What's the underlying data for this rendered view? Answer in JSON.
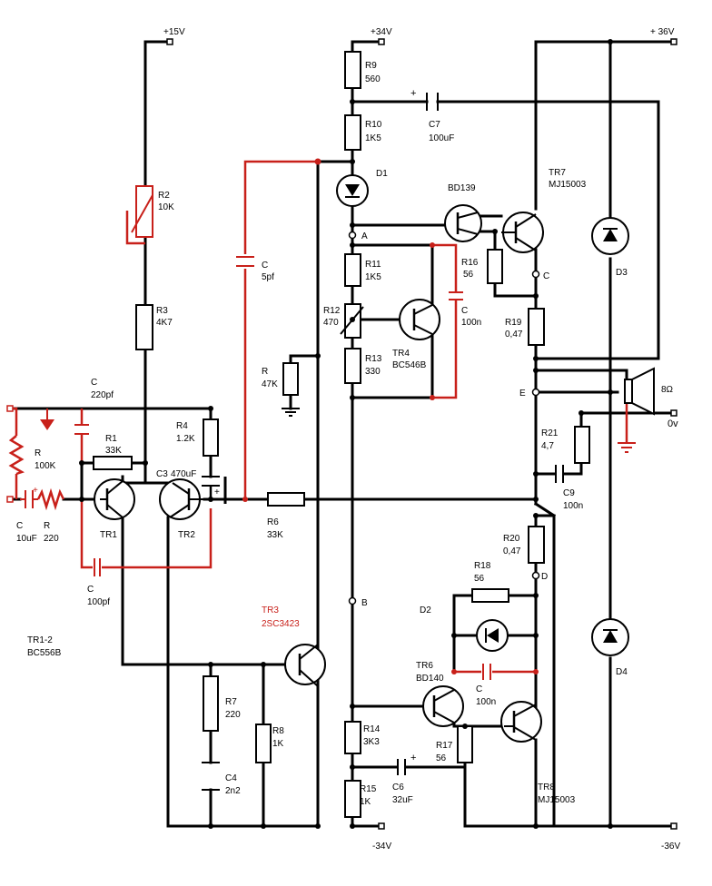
{
  "rails": {
    "p15": "+15V",
    "p34": "+34V",
    "p36": "+ 36V",
    "m34": "-34V",
    "m36": "-36V",
    "gnd": "0v"
  },
  "nodes": {
    "a": "A",
    "b": "B",
    "c": "C",
    "d": "D",
    "e": "E"
  },
  "speaker": "8Ω",
  "components": {
    "r2": {
      "ref": "R2",
      "val": "10K"
    },
    "r3": {
      "ref": "R3",
      "val": "4K7"
    },
    "r9": {
      "ref": "R9",
      "val": "560"
    },
    "r10": {
      "ref": "R10",
      "val": "1K5"
    },
    "c7": {
      "ref": "C7",
      "val": "100uF"
    },
    "d1": {
      "ref": "D1"
    },
    "c5pf": {
      "ref": "C",
      "val": "5pf"
    },
    "tr7": {
      "ref": "TR7",
      "val": "MJ15003"
    },
    "bd139": {
      "ref": "BD139"
    },
    "r11": {
      "ref": "R11",
      "val": "1K5"
    },
    "r16": {
      "ref": "R16",
      "val": "56"
    },
    "d3": {
      "ref": "D3"
    },
    "r12": {
      "ref": "R12",
      "val": "470"
    },
    "c100n_top": {
      "ref": "C",
      "val": "100n"
    },
    "r19": {
      "ref": "R19",
      "val": "0,47"
    },
    "r47k": {
      "ref": "R",
      "val": "47K"
    },
    "r13": {
      "ref": "R13",
      "val": "330"
    },
    "tr4": {
      "ref": "TR4",
      "val": "BC546B"
    },
    "c220": {
      "ref": "C",
      "val": "220pf"
    },
    "r4": {
      "ref": "R4",
      "val": "1.2K"
    },
    "r1": {
      "ref": "R1",
      "val": "33K"
    },
    "r100k": {
      "ref": "R",
      "val": "100K"
    },
    "c3": {
      "ref": "C3",
      "val": "470uF"
    },
    "r21": {
      "ref": "R21",
      "val": "4,7"
    },
    "c9": {
      "ref": "C9",
      "val": "100n"
    },
    "tr1": {
      "ref": "TR1"
    },
    "tr2": {
      "ref": "TR2"
    },
    "cin": {
      "ref": "C",
      "val": "10uF"
    },
    "rin": {
      "ref": "R",
      "val": "220"
    },
    "r6": {
      "ref": "R6",
      "val": "33K"
    },
    "r20": {
      "ref": "R20",
      "val": "0,47"
    },
    "c100pf": {
      "ref": "C",
      "val": "100pf"
    },
    "r18": {
      "ref": "R18",
      "val": "56"
    },
    "tr3": {
      "ref": "TR3",
      "val": "2SC3423"
    },
    "d2": {
      "ref": "D2"
    },
    "tr12": {
      "ref": "TR1-2",
      "val": "BC556B"
    },
    "d4": {
      "ref": "D4"
    },
    "tr6": {
      "ref": "TR6",
      "val": "BD140"
    },
    "c100n_bot": {
      "ref": "C",
      "val": "100n"
    },
    "r7": {
      "ref": "R7",
      "val": "220"
    },
    "r8": {
      "ref": "R8",
      "val": "1K"
    },
    "r14": {
      "ref": "R14",
      "val": "3K3"
    },
    "r17": {
      "ref": "R17",
      "val": "56"
    },
    "c6": {
      "ref": "C6",
      "val": "32uF"
    },
    "c4": {
      "ref": "C4",
      "val": "2n2"
    },
    "r15": {
      "ref": "R15",
      "val": "1K"
    },
    "tr8": {
      "ref": "TR8",
      "val": "MJ15003"
    }
  },
  "polarity": {
    "plus": "+"
  }
}
